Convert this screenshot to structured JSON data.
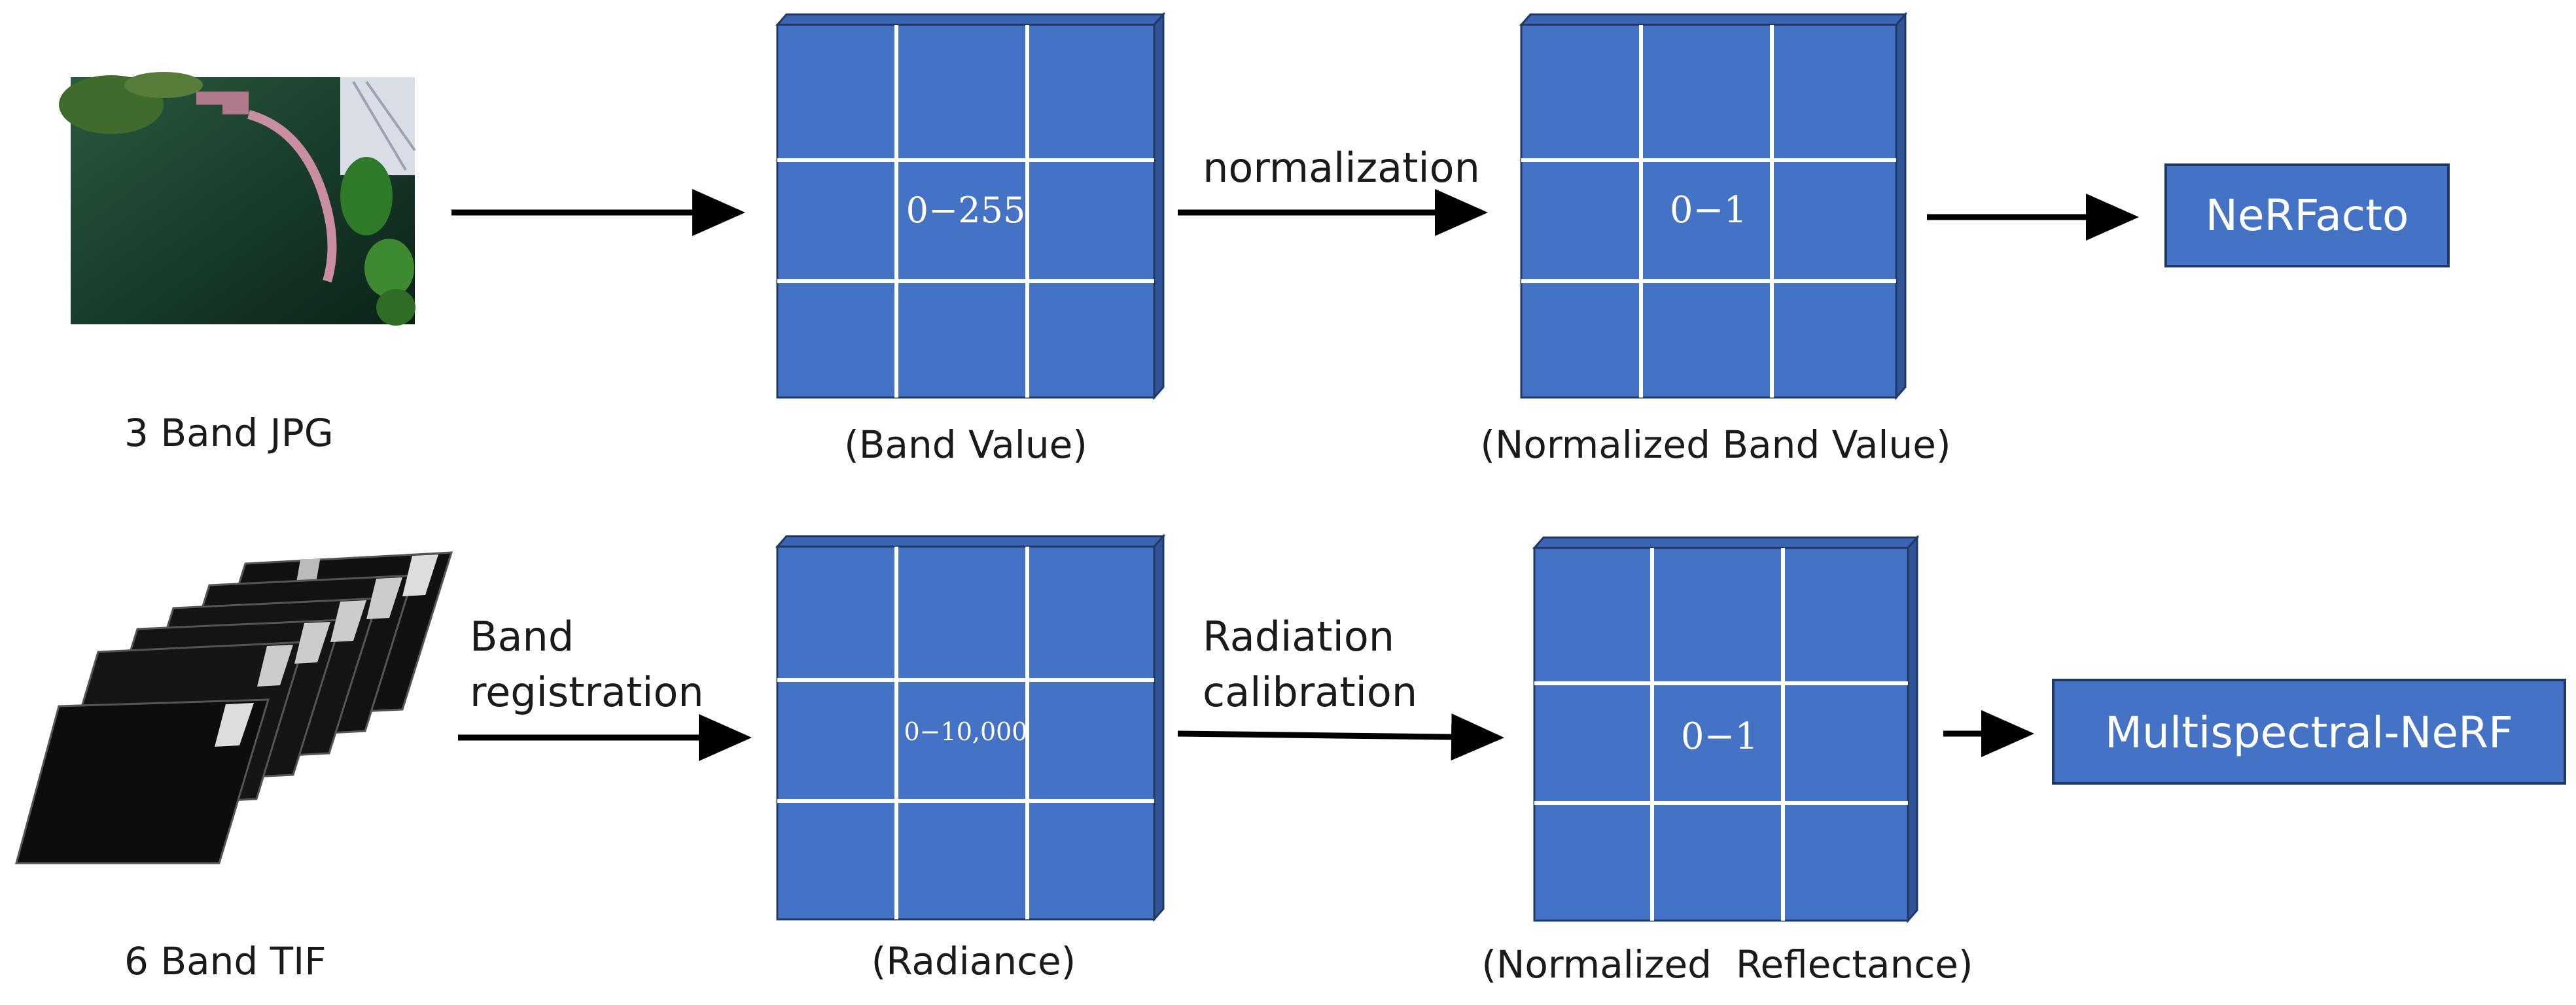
{
  "colors": {
    "grid_blue": "#4472c4",
    "grid_side": "#2f5597",
    "grid_top": "#3b65b4",
    "edge": "#1f3864",
    "arrow": "#000000",
    "text": "#1a1a1a"
  },
  "row1": {
    "input_label": "3 Band JPG",
    "grid1_value": "0−255",
    "grid1_caption": "(Band Value)",
    "step_label": "normalization",
    "grid2_value": "0−1",
    "grid2_caption": "(Normalized Band Value)",
    "output": "NeRFacto"
  },
  "row2": {
    "input_label": "6 Band TIF",
    "step1_line1": "Band",
    "step1_line2": "registration",
    "grid1_value": "0−10,000",
    "grid1_caption": "(Radiance)",
    "step2_line1": "Radiation",
    "step2_line2": "calibration",
    "grid2_value": "0−1",
    "grid2_caption": "(Normalized  Reflectance)",
    "output": "Multispectral-NeRF"
  }
}
